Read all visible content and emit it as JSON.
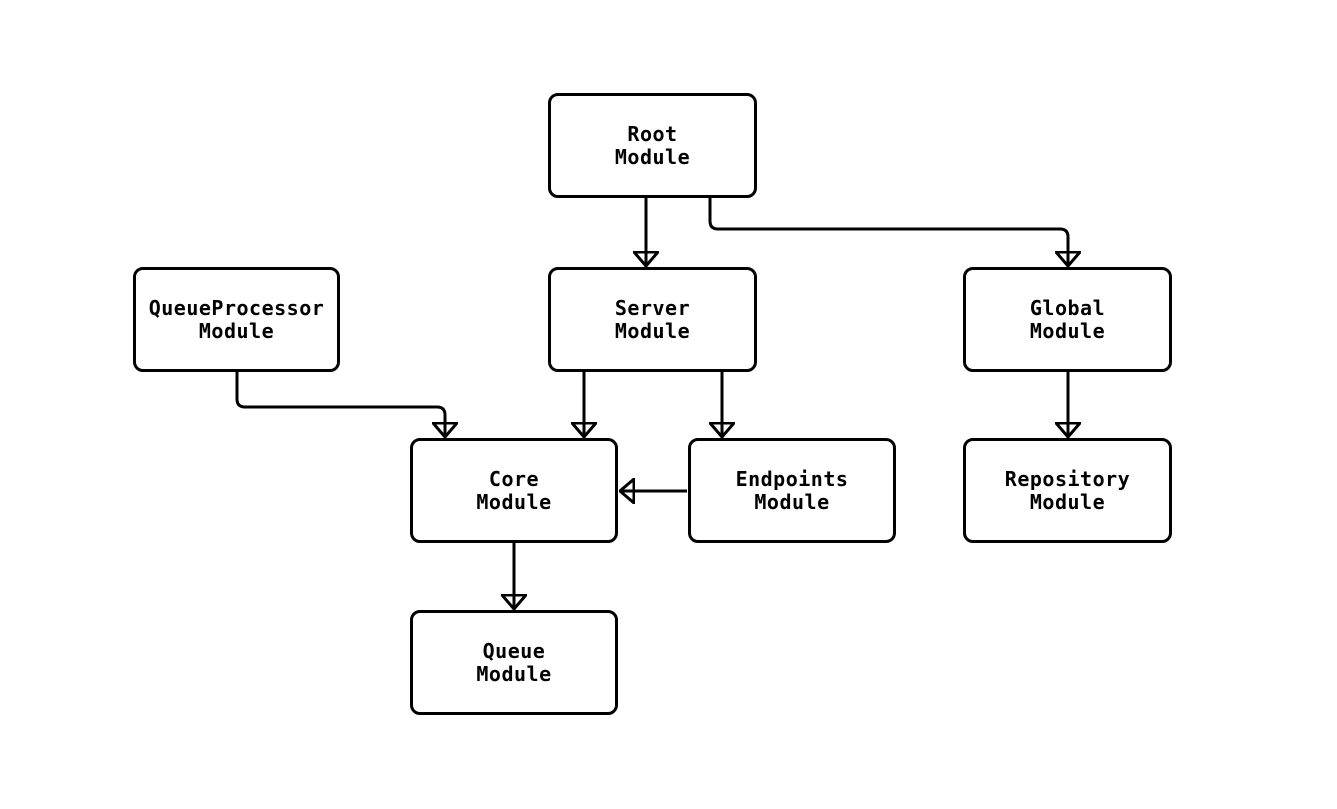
{
  "diagram": {
    "colors": {
      "background": "#ffffff",
      "node_fill": "#ffffff",
      "stroke": "#000000",
      "text": "#000000"
    },
    "nodes": [
      {
        "id": "root",
        "label": "Root\nModule"
      },
      {
        "id": "queueprocessor",
        "label": "QueueProcessor\nModule"
      },
      {
        "id": "server",
        "label": "Server\nModule"
      },
      {
        "id": "global",
        "label": "Global\nModule"
      },
      {
        "id": "core",
        "label": "Core\nModule"
      },
      {
        "id": "endpoints",
        "label": "Endpoints\nModule"
      },
      {
        "id": "repository",
        "label": "Repository\nModule"
      },
      {
        "id": "queue",
        "label": "Queue\nModule"
      }
    ],
    "edges": [
      {
        "from": "root",
        "to": "server"
      },
      {
        "from": "root",
        "to": "global"
      },
      {
        "from": "queueprocessor",
        "to": "core"
      },
      {
        "from": "server",
        "to": "core"
      },
      {
        "from": "server",
        "to": "endpoints"
      },
      {
        "from": "endpoints",
        "to": "core"
      },
      {
        "from": "global",
        "to": "repository"
      },
      {
        "from": "core",
        "to": "queue"
      }
    ]
  }
}
